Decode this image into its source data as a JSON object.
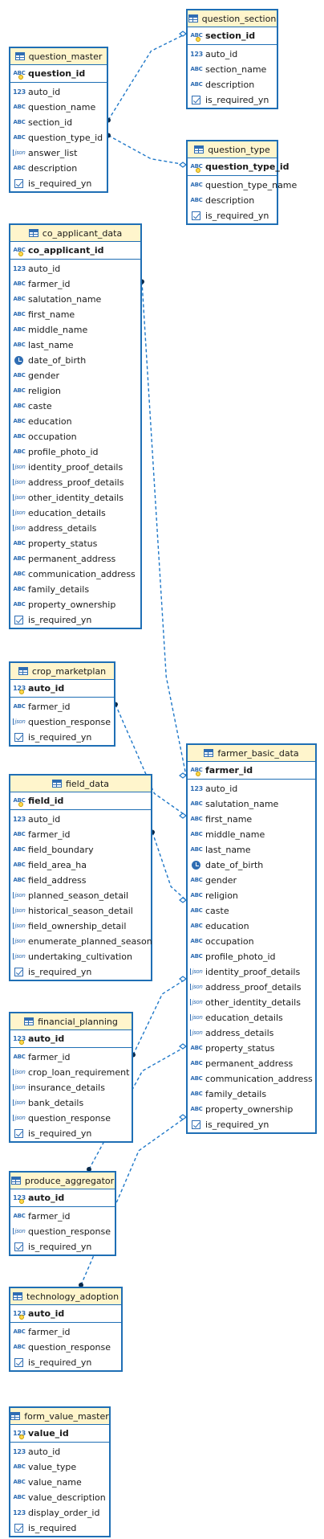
{
  "entities": {
    "question_section": {
      "name": "question_section",
      "pk": {
        "name": "section_id",
        "type": "abc"
      },
      "cols": [
        {
          "name": "auto_id",
          "type": "num"
        },
        {
          "name": "section_name",
          "type": "abc"
        },
        {
          "name": "description",
          "type": "abc"
        },
        {
          "name": "is_required_yn",
          "type": "bool"
        }
      ]
    },
    "question_master": {
      "name": "question_master",
      "pk": {
        "name": "question_id",
        "type": "abc"
      },
      "cols": [
        {
          "name": "auto_id",
          "type": "num"
        },
        {
          "name": "question_name",
          "type": "abc"
        },
        {
          "name": "section_id",
          "type": "abc"
        },
        {
          "name": "question_type_id",
          "type": "abc"
        },
        {
          "name": "answer_list",
          "type": "json"
        },
        {
          "name": "description",
          "type": "abc"
        },
        {
          "name": "is_required_yn",
          "type": "bool"
        }
      ]
    },
    "question_type": {
      "name": "question_type",
      "pk": {
        "name": "question_type_id",
        "type": "abc"
      },
      "cols": [
        {
          "name": "question_type_name",
          "type": "abc"
        },
        {
          "name": "description",
          "type": "abc"
        },
        {
          "name": "is_required_yn",
          "type": "bool"
        }
      ]
    },
    "co_applicant_data": {
      "name": "co_applicant_data",
      "pk": {
        "name": "co_applicant_id",
        "type": "abc"
      },
      "cols": [
        {
          "name": "auto_id",
          "type": "num"
        },
        {
          "name": "farmer_id",
          "type": "abc"
        },
        {
          "name": "salutation_name",
          "type": "abc"
        },
        {
          "name": "first_name",
          "type": "abc"
        },
        {
          "name": "middle_name",
          "type": "abc"
        },
        {
          "name": "last_name",
          "type": "abc"
        },
        {
          "name": "date_of_birth",
          "type": "date"
        },
        {
          "name": "gender",
          "type": "abc"
        },
        {
          "name": "religion",
          "type": "abc"
        },
        {
          "name": "caste",
          "type": "abc"
        },
        {
          "name": "education",
          "type": "abc"
        },
        {
          "name": "occupation",
          "type": "abc"
        },
        {
          "name": "profile_photo_id",
          "type": "abc"
        },
        {
          "name": "identity_proof_details",
          "type": "json"
        },
        {
          "name": "address_proof_details",
          "type": "json"
        },
        {
          "name": "other_identity_details",
          "type": "json"
        },
        {
          "name": "education_details",
          "type": "json"
        },
        {
          "name": "address_details",
          "type": "json"
        },
        {
          "name": "property_status",
          "type": "abc"
        },
        {
          "name": "permanent_address",
          "type": "abc"
        },
        {
          "name": "communication_address",
          "type": "abc"
        },
        {
          "name": "family_details",
          "type": "abc"
        },
        {
          "name": "property_ownership",
          "type": "abc"
        },
        {
          "name": "is_required_yn",
          "type": "bool"
        }
      ]
    },
    "crop_marketplan": {
      "name": "crop_marketplan",
      "pk": {
        "name": "auto_id",
        "type": "num"
      },
      "cols": [
        {
          "name": "farmer_id",
          "type": "abc"
        },
        {
          "name": "question_response",
          "type": "json"
        },
        {
          "name": "is_required_yn",
          "type": "bool"
        }
      ]
    },
    "farmer_basic_data": {
      "name": "farmer_basic_data",
      "pk": {
        "name": "farmer_id",
        "type": "abc"
      },
      "cols": [
        {
          "name": "auto_id",
          "type": "num"
        },
        {
          "name": "salutation_name",
          "type": "abc"
        },
        {
          "name": "first_name",
          "type": "abc"
        },
        {
          "name": "middle_name",
          "type": "abc"
        },
        {
          "name": "last_name",
          "type": "abc"
        },
        {
          "name": "date_of_birth",
          "type": "date"
        },
        {
          "name": "gender",
          "type": "abc"
        },
        {
          "name": "religion",
          "type": "abc"
        },
        {
          "name": "caste",
          "type": "abc"
        },
        {
          "name": "education",
          "type": "abc"
        },
        {
          "name": "occupation",
          "type": "abc"
        },
        {
          "name": "profile_photo_id",
          "type": "abc"
        },
        {
          "name": "identity_proof_details",
          "type": "json"
        },
        {
          "name": "address_proof_details",
          "type": "json"
        },
        {
          "name": "other_identity_details",
          "type": "json"
        },
        {
          "name": "education_details",
          "type": "json"
        },
        {
          "name": "address_details",
          "type": "json"
        },
        {
          "name": "property_status",
          "type": "abc"
        },
        {
          "name": "permanent_address",
          "type": "abc"
        },
        {
          "name": "communication_address",
          "type": "abc"
        },
        {
          "name": "family_details",
          "type": "abc"
        },
        {
          "name": "property_ownership",
          "type": "abc"
        },
        {
          "name": "is_required_yn",
          "type": "bool"
        }
      ]
    },
    "field_data": {
      "name": "field_data",
      "pk": {
        "name": "field_id",
        "type": "abc"
      },
      "cols": [
        {
          "name": "auto_id",
          "type": "num"
        },
        {
          "name": "farmer_id",
          "type": "abc"
        },
        {
          "name": "field_boundary",
          "type": "abc"
        },
        {
          "name": "field_area_ha",
          "type": "abc"
        },
        {
          "name": "field_address",
          "type": "abc"
        },
        {
          "name": "planned_season_detail",
          "type": "json"
        },
        {
          "name": "historical_season_detail",
          "type": "json"
        },
        {
          "name": "field_ownership_detail",
          "type": "json"
        },
        {
          "name": "enumerate_planned_season",
          "type": "json"
        },
        {
          "name": "undertaking_cultivation",
          "type": "json"
        },
        {
          "name": "is_required_yn",
          "type": "bool"
        }
      ]
    },
    "financial_planning": {
      "name": "financial_planning",
      "pk": {
        "name": "auto_id",
        "type": "num"
      },
      "cols": [
        {
          "name": "farmer_id",
          "type": "abc"
        },
        {
          "name": "crop_loan_requirement",
          "type": "json"
        },
        {
          "name": "insurance_details",
          "type": "json"
        },
        {
          "name": "bank_details",
          "type": "json"
        },
        {
          "name": "question_response",
          "type": "json"
        },
        {
          "name": "is_required_yn",
          "type": "bool"
        }
      ]
    },
    "produce_aggregator": {
      "name": "produce_aggregator",
      "pk": {
        "name": "auto_id",
        "type": "num"
      },
      "cols": [
        {
          "name": "farmer_id",
          "type": "abc"
        },
        {
          "name": "question_response",
          "type": "json"
        },
        {
          "name": "is_required_yn",
          "type": "bool"
        }
      ]
    },
    "technology_adoption": {
      "name": "technology_adoption",
      "pk": {
        "name": "auto_id",
        "type": "num"
      },
      "cols": [
        {
          "name": "farmer_id",
          "type": "abc"
        },
        {
          "name": "question_response",
          "type": "abc"
        },
        {
          "name": "is_required_yn",
          "type": "bool"
        }
      ]
    },
    "form_value_master": {
      "name": "form_value_master",
      "pk": {
        "name": "value_id",
        "type": "num"
      },
      "cols": [
        {
          "name": "auto_id",
          "type": "num"
        },
        {
          "name": "value_type",
          "type": "abc"
        },
        {
          "name": "value_name",
          "type": "abc"
        },
        {
          "name": "value_description",
          "type": "abc"
        },
        {
          "name": "display_order_id",
          "type": "num"
        },
        {
          "name": "is_required",
          "type": "bool"
        }
      ]
    }
  },
  "relationships": [
    {
      "from": "question_master.section_id",
      "to": "question_section.section_id"
    },
    {
      "from": "question_master.question_type_id",
      "to": "question_type.question_type_id"
    },
    {
      "from": "co_applicant_data.farmer_id",
      "to": "farmer_basic_data.farmer_id"
    },
    {
      "from": "crop_marketplan.farmer_id",
      "to": "farmer_basic_data.farmer_id"
    },
    {
      "from": "field_data.farmer_id",
      "to": "farmer_basic_data.farmer_id"
    },
    {
      "from": "financial_planning.farmer_id",
      "to": "farmer_basic_data.farmer_id"
    },
    {
      "from": "produce_aggregator.farmer_id",
      "to": "farmer_basic_data.farmer_id"
    },
    {
      "from": "technology_adoption.farmer_id",
      "to": "farmer_basic_data.farmer_id"
    }
  ],
  "colors": {
    "border": "#1f6fb5",
    "header_bg": "#fff5cc",
    "link": "#1f78c8"
  }
}
